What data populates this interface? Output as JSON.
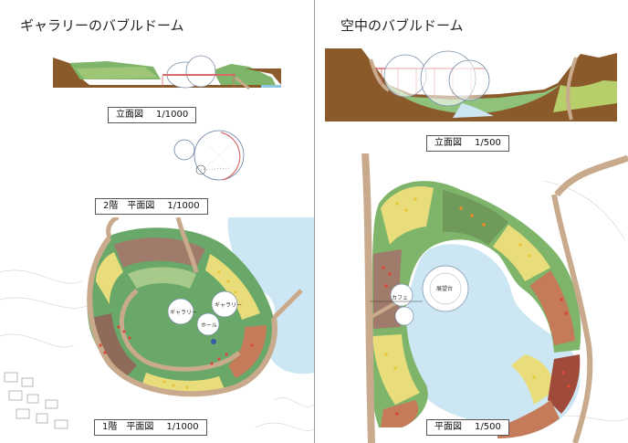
{
  "left": {
    "title": "ギャラリーのバブルドーム",
    "elevation_caption": {
      "name": "立面図",
      "scale": "1/1000"
    },
    "floor2_caption": {
      "name": "2階　平面図",
      "scale": "1/1000"
    },
    "floor1_caption": {
      "name": "1階　平面図",
      "scale": "1/1000"
    },
    "room_labels": {
      "gallery_left": "ギャラリー",
      "gallery_right": "ギャラリー",
      "hall": "ホール"
    }
  },
  "right": {
    "title": "空中のバブルドーム",
    "elevation_caption": {
      "name": "立面図",
      "scale": "1/500"
    },
    "plan_caption": {
      "name": "平面図",
      "scale": "1/500"
    },
    "room_labels": {
      "cafe": "カフェ",
      "observatory": "展望台"
    }
  },
  "colors": {
    "path": "#c9aa8c",
    "cliff": "#8b5a2b",
    "water": "#cce7f3",
    "grass": "#6aa86a",
    "flower_red": "#d94a3a",
    "flower_yellow": "#e8c63a",
    "flower_orange": "#ef8a2a"
  }
}
